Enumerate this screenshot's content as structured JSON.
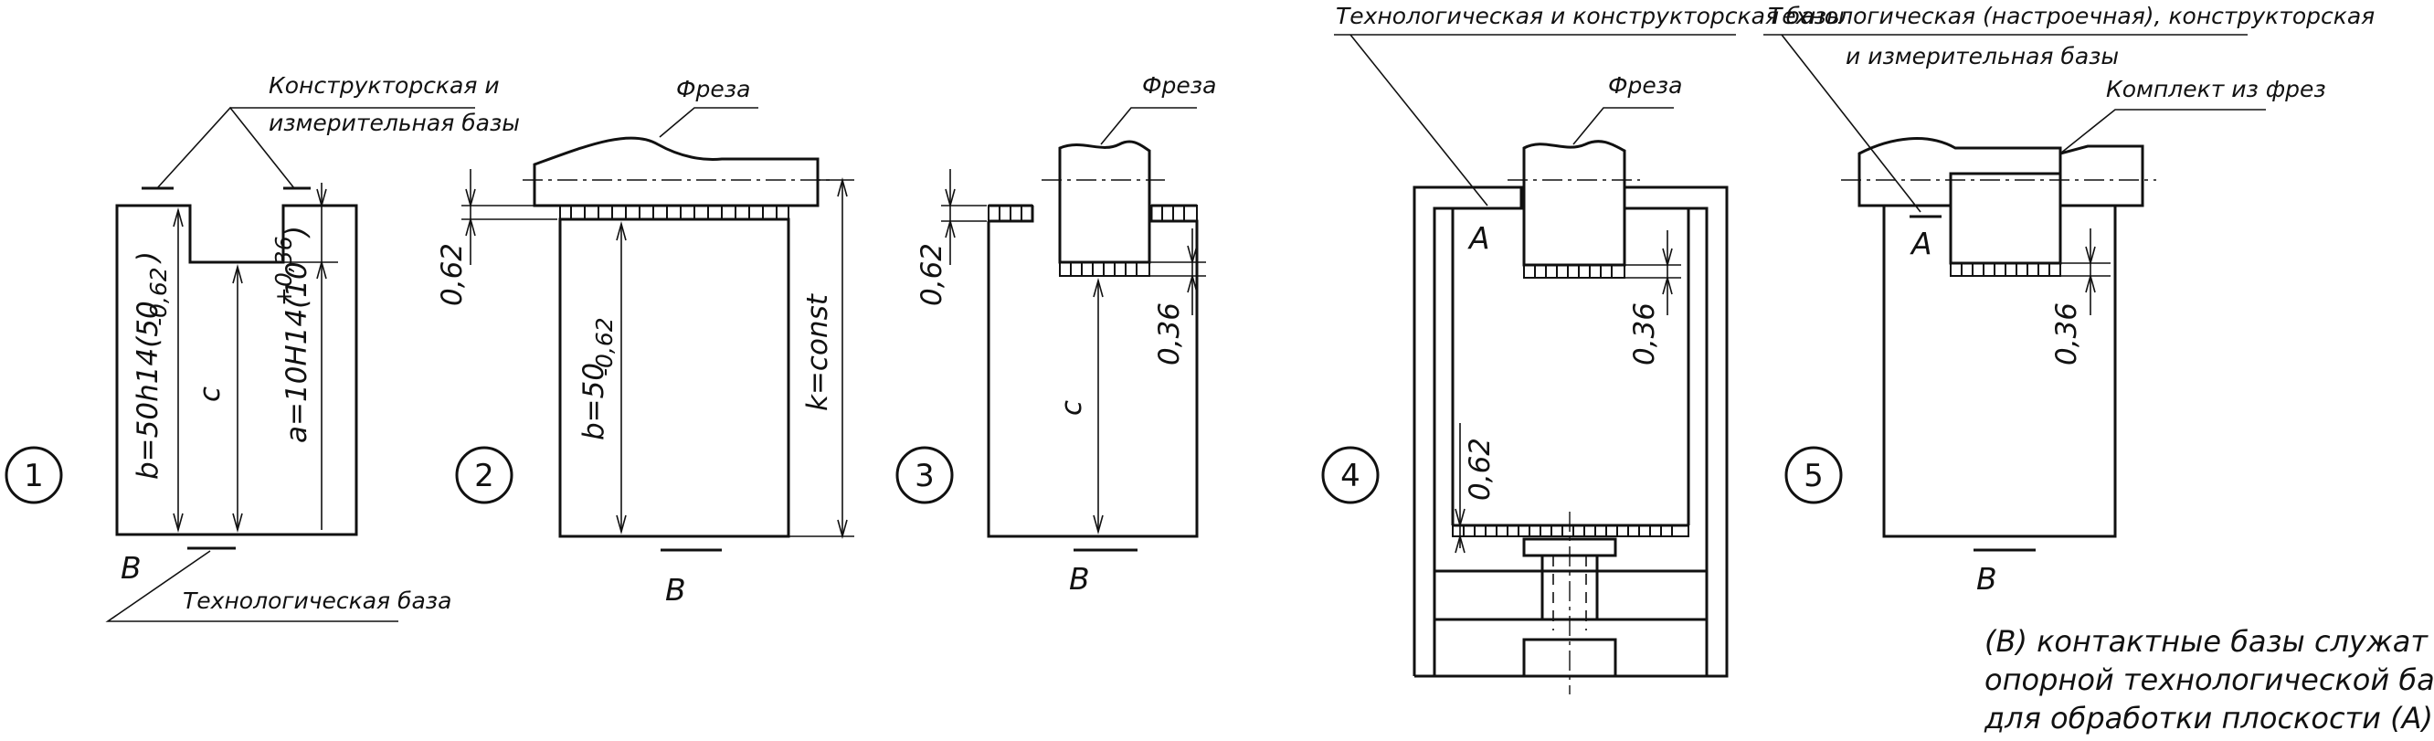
{
  "labels": {
    "constructor_measuring_base_line1": "Конструкторская и",
    "constructor_measuring_base_line2": "измерительная базы",
    "technological_base": "Технологическая база",
    "mill_2": "Фреза",
    "mill_3": "Фреза",
    "mill_4": "Фреза",
    "tech_constructor_bases": "Технологическая и конструкторская базы",
    "tech_setup_bases_line1": "Технологическая (настроечная), конструкторская",
    "tech_setup_bases_line2": "и измерительная базы",
    "mill_set": "Комплект из фрез"
  },
  "dimensions": {
    "d1_b": "b=50h14(50",
    "d1_b_tol": "-0,62",
    "d1_c": "c",
    "d1_a": "a=10H14(10",
    "d1_a_tol": "+0,36",
    "d2_062": "0,62",
    "d2_b": "b=50",
    "d2_b_tol": "-0,62",
    "d2_k": "k=const",
    "d3_062": "0,62",
    "d3_c": "c",
    "d3_036": "0,36",
    "d4_036": "0,36",
    "d4_062": "0,62",
    "d5_036": "0,36"
  },
  "letters": {
    "B1": "B",
    "B2": "B",
    "B3": "B",
    "B5": "B",
    "A4": "A",
    "A5": "A"
  },
  "markers": [
    "1",
    "2",
    "3",
    "4",
    "5"
  ],
  "note": {
    "line1": "(B) контактные базы служат",
    "line2": "опорной технологической базой",
    "line3": "для обработки плоскости  (A)"
  }
}
